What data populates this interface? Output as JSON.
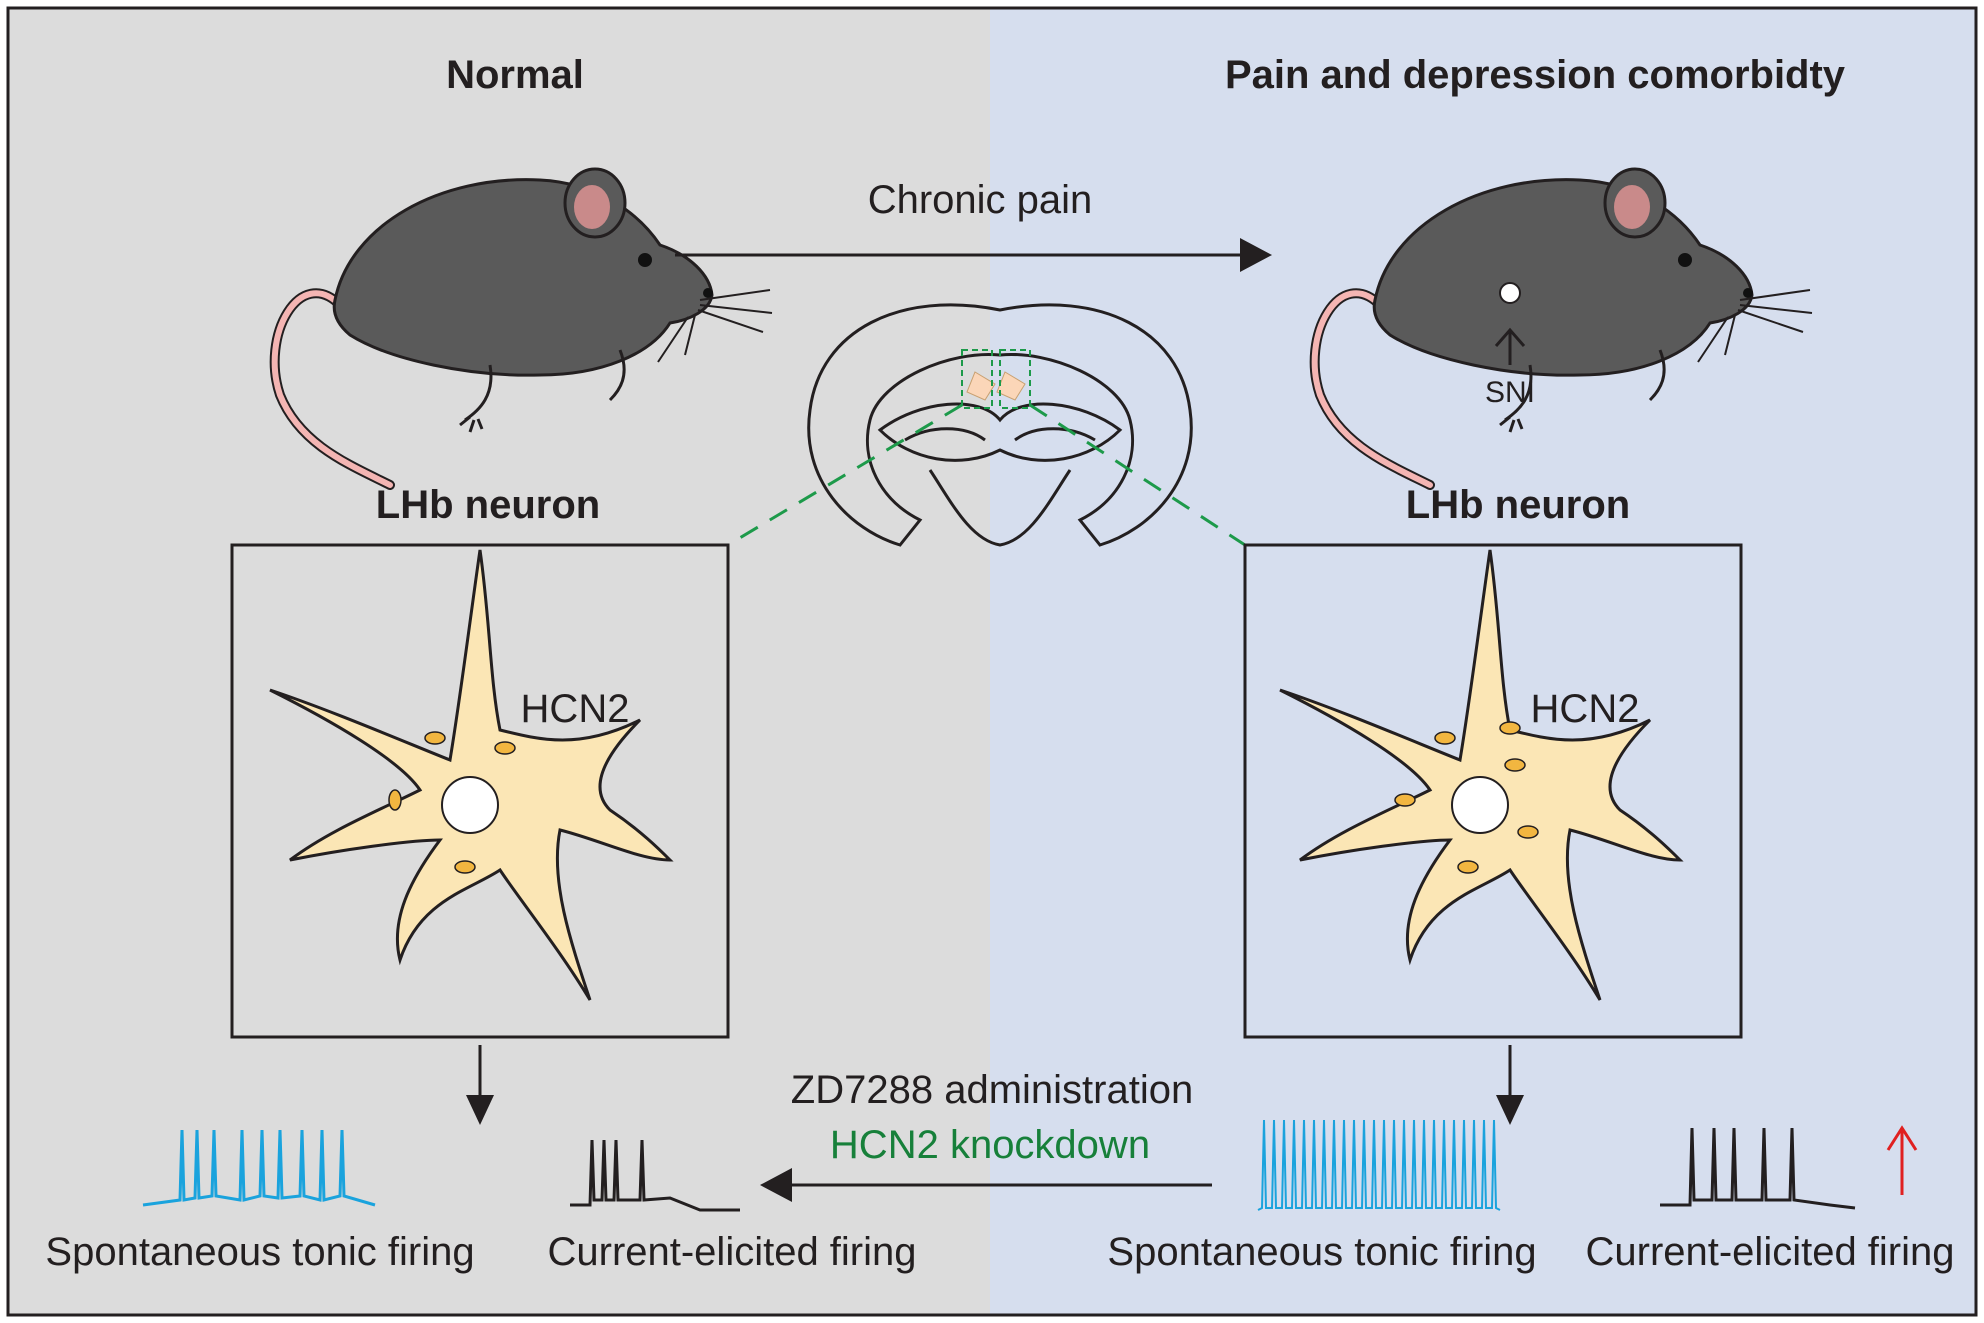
{
  "panels": {
    "normal": {
      "title": "Normal",
      "neuron_title": "LHb neuron",
      "channel_label": "HCN2",
      "spontaneous_label": "Spontaneous tonic firing",
      "elicited_label": "Current-elicited firing"
    },
    "pain": {
      "title": "Pain and depression comorbidty",
      "neuron_title": "LHb neuron",
      "channel_label": "HCN2",
      "spontaneous_label": "Spontaneous tonic firing",
      "elicited_label": "Current-elicited firing",
      "injury_label": "SNI"
    }
  },
  "arrows": {
    "top_label": "Chronic pain",
    "bottom_label_1": "ZD7288 administration",
    "bottom_label_2": "HCN2 knockdown"
  },
  "colors": {
    "left_bg": "#dcdcdc",
    "right_bg": "#d6deee",
    "neuron_fill": "#fbe6b5",
    "spike_blue": "#1aa3dd",
    "knockdown_green": "#17803a",
    "increase_red": "#e02020",
    "mouse_body": "#5a5a5a",
    "mouse_tail": "#f4b5b3",
    "dashed_green": "#1d9a4a"
  }
}
